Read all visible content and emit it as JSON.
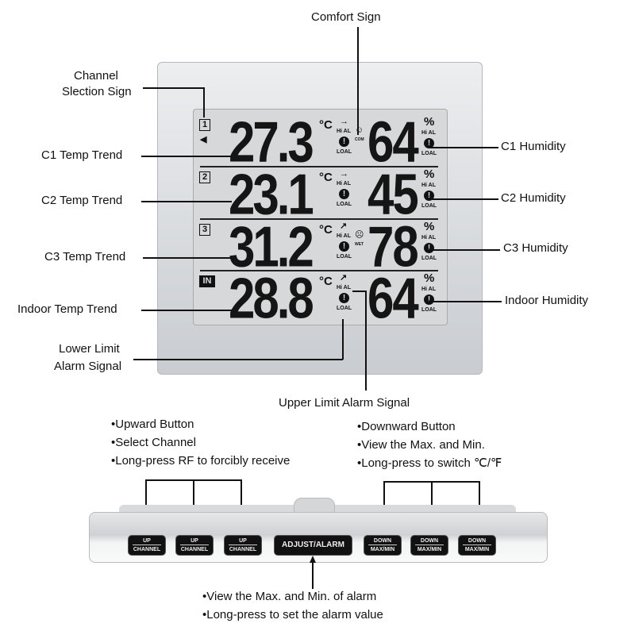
{
  "callouts": {
    "comfort_sign": "Comfort Sign",
    "channel_selection_line1": "Channel",
    "channel_selection_line2": "Slection Sign",
    "c1_temp_trend": "C1 Temp Trend",
    "c2_temp_trend": "C2 Temp Trend",
    "c3_temp_trend": "C3 Temp Trend",
    "indoor_temp_trend": "Indoor Temp Trend",
    "lower_limit_line1": "Lower Limit",
    "lower_limit_line2": "Alarm Signal",
    "upper_limit": "Upper Limit Alarm Signal",
    "c1_humidity": "C1 Humidity",
    "c2_humidity": "C2 Humidity",
    "c3_humidity": "C3 Humidity",
    "indoor_humidity": "Indoor Humidity"
  },
  "display": {
    "rows": [
      {
        "channel": "1",
        "temp": "27.3",
        "humidity": "64",
        "trend": "→",
        "comfort": "☺",
        "comfort_label": "COM"
      },
      {
        "channel": "2",
        "temp": "23.1",
        "humidity": "45",
        "trend": "→",
        "comfort": "",
        "comfort_label": ""
      },
      {
        "channel": "3",
        "temp": "31.2",
        "humidity": "78",
        "trend": "↗",
        "comfort": "☹",
        "comfort_label": "WET"
      },
      {
        "channel": "IN",
        "temp": "28.8",
        "humidity": "64",
        "trend": "↗",
        "comfort": "",
        "comfort_label": ""
      }
    ],
    "temp_unit": "°C",
    "humidity_unit": "%",
    "hi_al": "Hi AL",
    "lo_al": "LOAL",
    "alarm_glyph": "!"
  },
  "buttons": {
    "up_top": "UP",
    "up_bottom": "CHANNEL",
    "adjust": "ADJUST/ALARM",
    "down_top": "DOWN",
    "down_bottom": "MAX/MIN"
  },
  "notes": {
    "up": [
      "•Upward Button",
      "•Select Channel",
      "•Long-press RF to forcibly receive"
    ],
    "down": [
      "•Downward Button",
      "•View the Max. and Min.",
      "•Long-press to switch ℃/℉"
    ],
    "adjust": [
      "•View the Max. and Min. of alarm",
      "•Long-press to set the alarm value"
    ]
  }
}
